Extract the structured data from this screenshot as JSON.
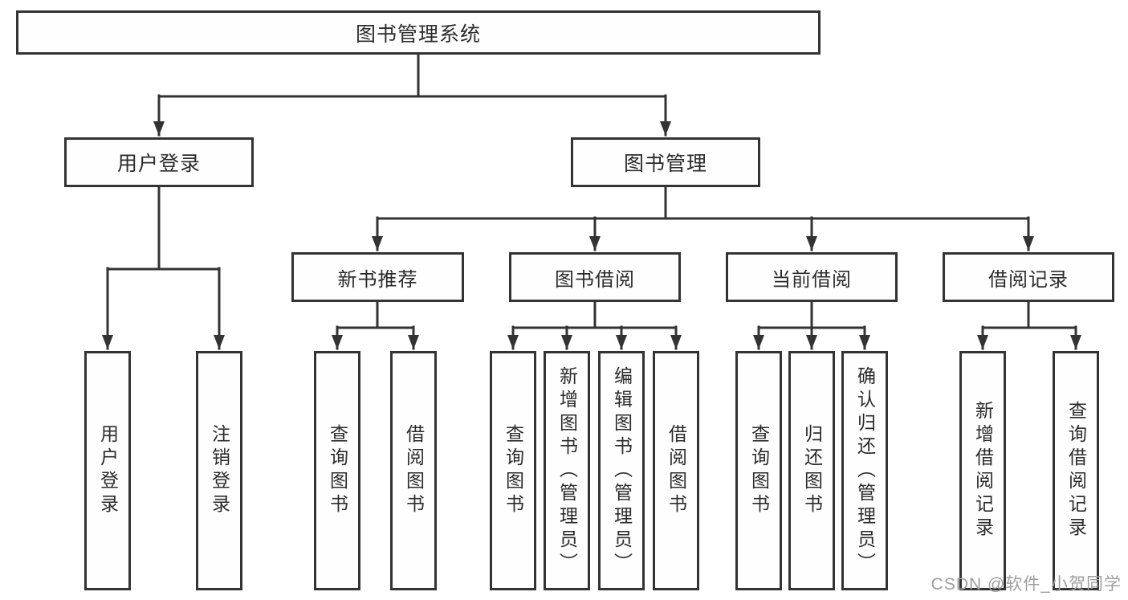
{
  "nodes": {
    "root": {
      "label": "图书管理系统"
    },
    "user_login": {
      "label": "用户登录"
    },
    "book_mgmt": {
      "label": "图书管理"
    },
    "new_book_rec": {
      "label": "新书推荐"
    },
    "book_borrow": {
      "label": "图书借阅"
    },
    "current_borrow": {
      "label": "当前借阅"
    },
    "borrow_record": {
      "label": "借阅记录"
    },
    "leaf_login": {
      "label": "用户登录"
    },
    "leaf_logout": {
      "label": "注销登录"
    },
    "leaf_rec_query": {
      "label": "查询图书"
    },
    "leaf_rec_borrow": {
      "label": "借阅图书"
    },
    "leaf_bor_query": {
      "label": "查询图书"
    },
    "leaf_bor_add": {
      "label": "新增图书（管理员）"
    },
    "leaf_bor_edit": {
      "label": "编辑图书（管理员）"
    },
    "leaf_bor_borrow": {
      "label": "借阅图书"
    },
    "leaf_cur_query": {
      "label": "查询图书"
    },
    "leaf_cur_return": {
      "label": "归还图书"
    },
    "leaf_cur_confirm": {
      "label": "确认归还（管理员）"
    },
    "leaf_brec_add": {
      "label": "新增借阅记录"
    },
    "leaf_brec_query": {
      "label": "查询借阅记录"
    }
  },
  "tree": {
    "图书管理系统": {
      "用户登录": [
        "用户登录",
        "注销登录"
      ],
      "图书管理": {
        "新书推荐": [
          "查询图书",
          "借阅图书"
        ],
        "图书借阅": [
          "查询图书",
          "新增图书（管理员）",
          "编辑图书（管理员）",
          "借阅图书"
        ],
        "当前借阅": [
          "查询图书",
          "归还图书",
          "确认归还（管理员）"
        ],
        "借阅记录": [
          "新增借阅记录",
          "查询借阅记录"
        ]
      }
    }
  },
  "watermark": {
    "text": "CSDN @软件_小贺同学"
  },
  "colors": {
    "line": "#333333",
    "box_border": "#333333",
    "box_background": "#fefefe",
    "text": "#2b2b2b",
    "watermark": "#9e9e9e",
    "background": "#ffffff"
  }
}
